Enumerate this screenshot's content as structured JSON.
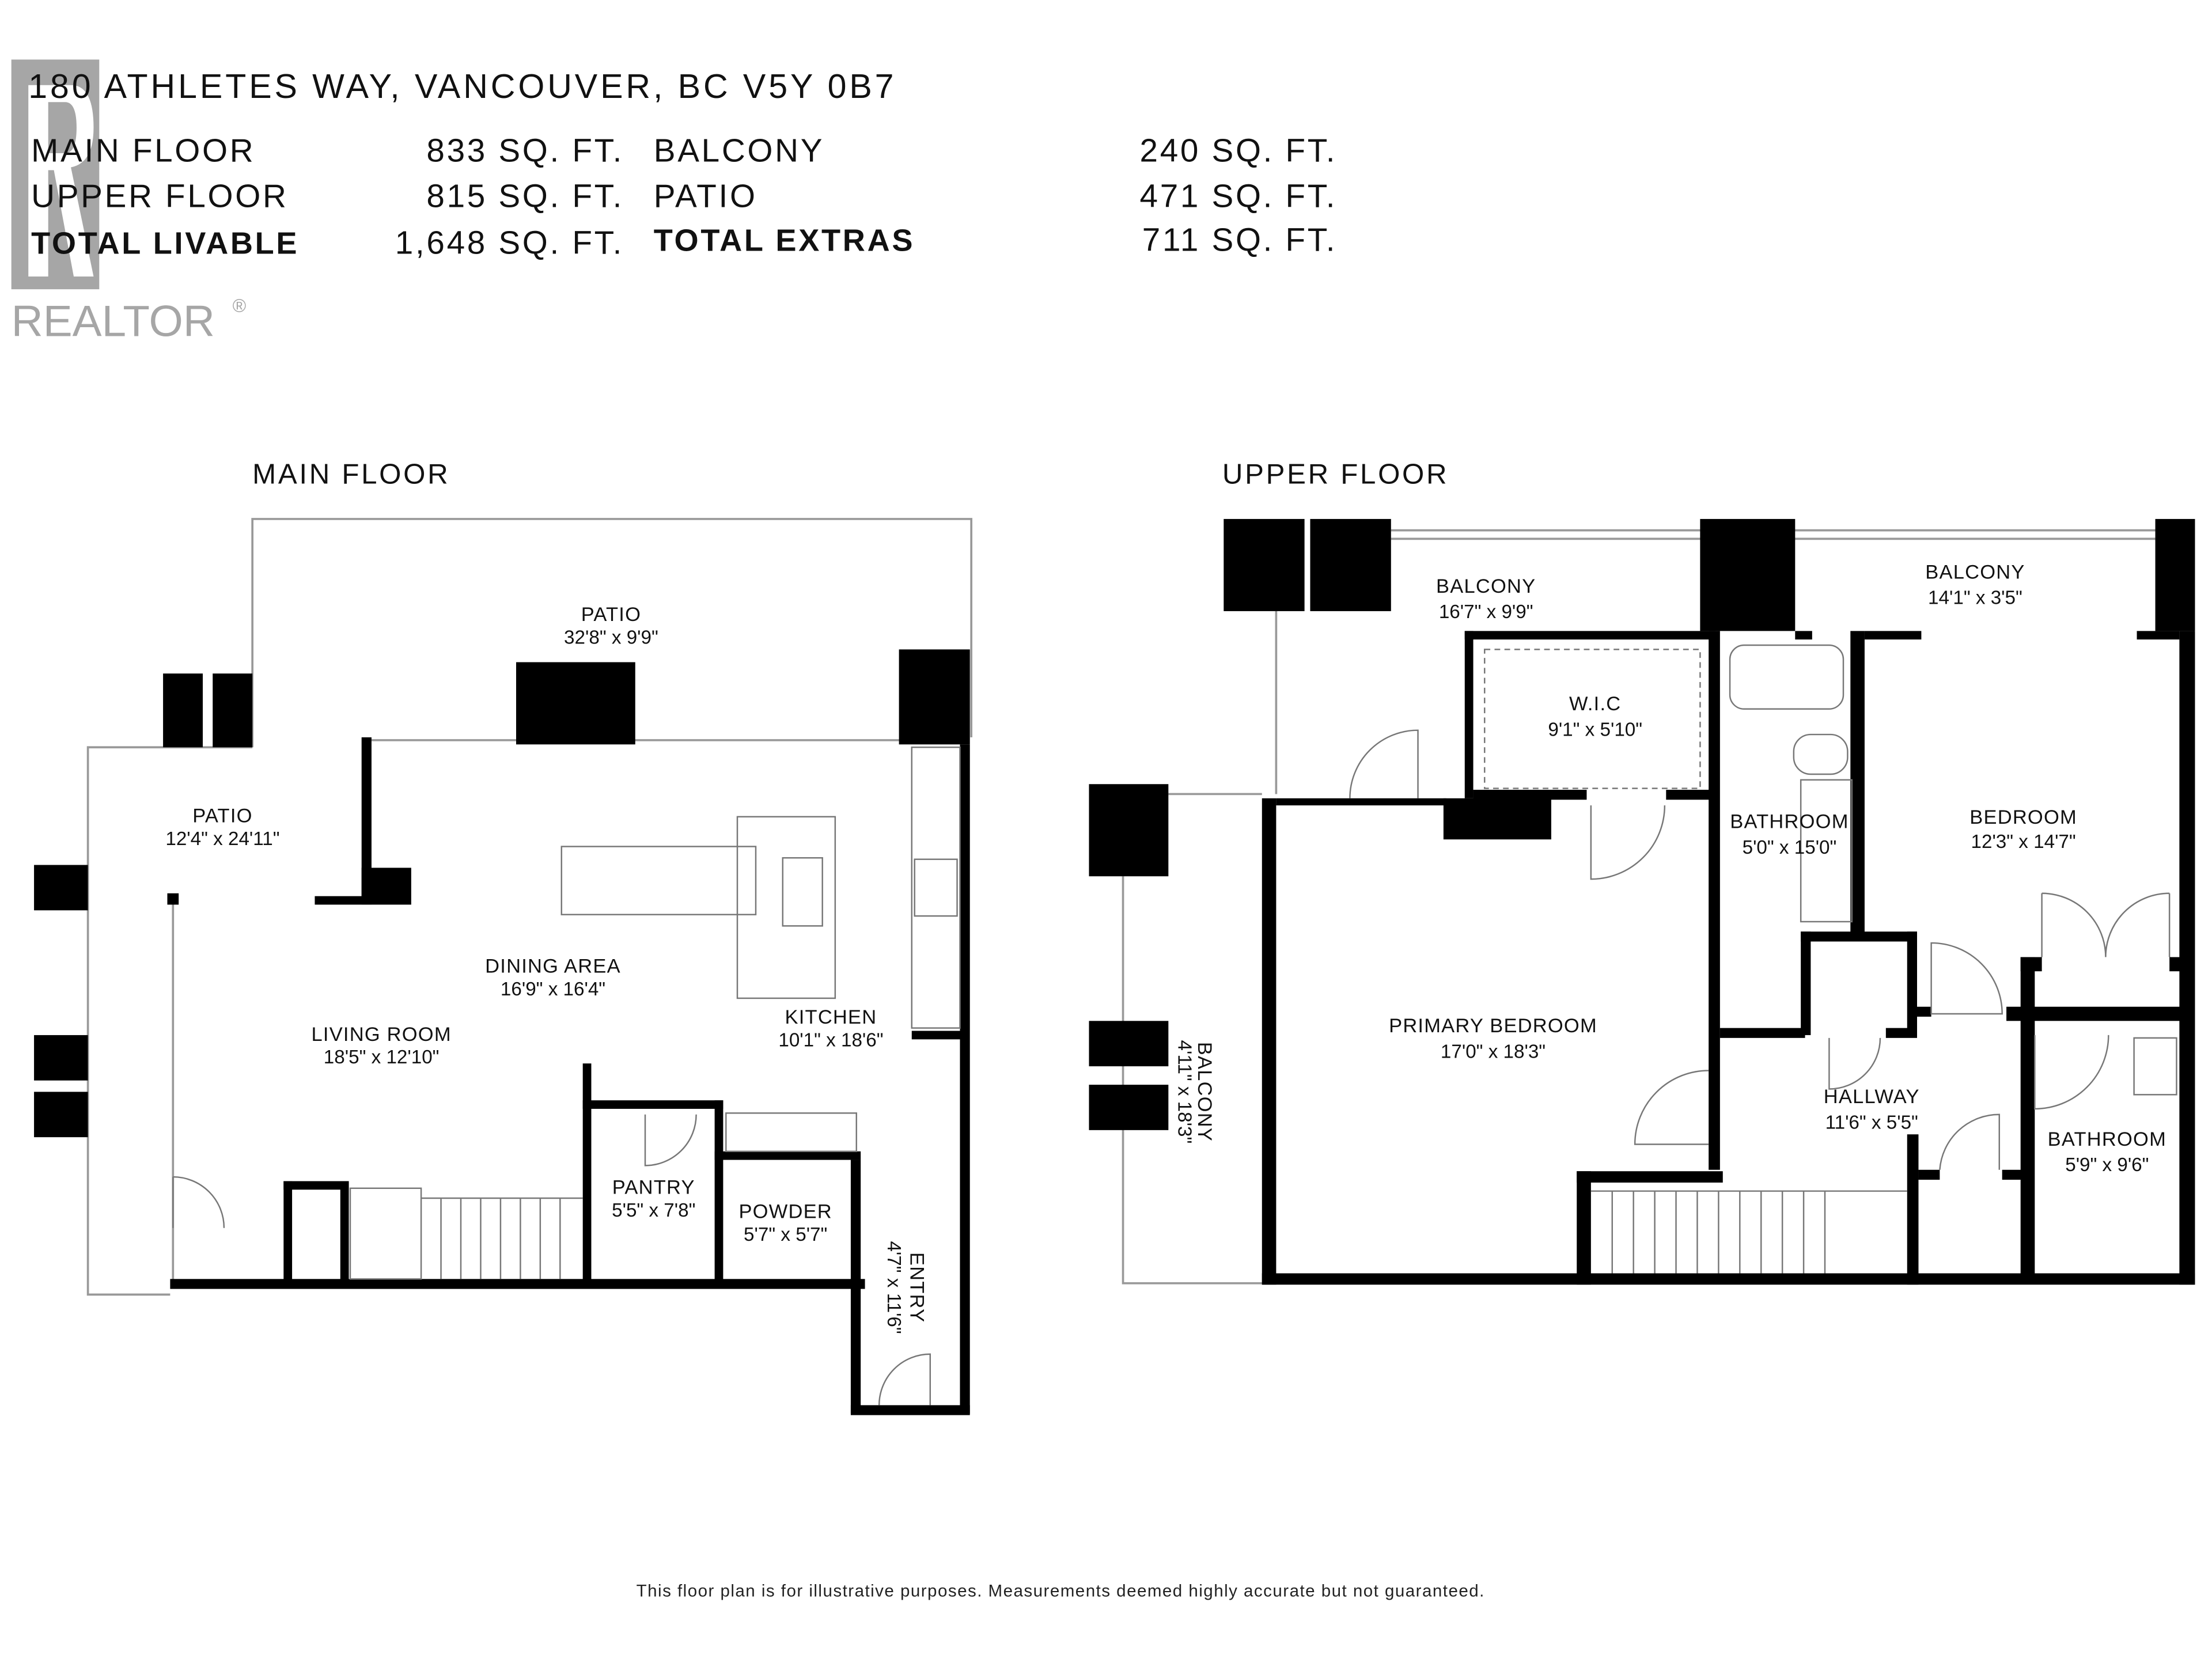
{
  "header": {
    "address": "180 ATHLETES WAY, VANCOUVER, BC V5Y 0B7",
    "rows": [
      {
        "label": "MAIN  FLOOR",
        "value": "833 SQ. FT.",
        "label2": "BALCONY",
        "value2": "240 SQ. FT."
      },
      {
        "label": "UPPER FLOOR",
        "value": "815 SQ. FT.",
        "label2": "PATIO",
        "value2": "471 SQ. FT."
      },
      {
        "label": "TOTAL LIVABLE",
        "value": "1,648 SQ. FT.",
        "label2": "TOTAL EXTRAS",
        "value2": "711 SQ. FT."
      }
    ]
  },
  "watermark": {
    "text": "REALTOR",
    "mark": "®",
    "color": "#a6a6a6"
  },
  "main_floor": {
    "title": "MAIN FLOOR",
    "rooms": [
      {
        "name": "PATIO",
        "dim": "32'8\" x 9'9\""
      },
      {
        "name": "PATIO",
        "dim": "12'4\" x 24'11\""
      },
      {
        "name": "DINING AREA",
        "dim": "16'9\" x 16'4\""
      },
      {
        "name": "LIVING ROOM",
        "dim": "18'5\" x 12'10\""
      },
      {
        "name": "KITCHEN",
        "dim": "10'1\" x 18'6\""
      },
      {
        "name": "PANTRY",
        "dim": "5'5\" x 7'8\""
      },
      {
        "name": "POWDER",
        "dim": "5'7\" x 5'7\""
      },
      {
        "name": "ENTRY",
        "dim": "4'7\" x 11'6\""
      }
    ]
  },
  "upper_floor": {
    "title": "UPPER FLOOR",
    "rooms": [
      {
        "name": "BALCONY",
        "dim": "16'7\" x 9'9\""
      },
      {
        "name": "BALCONY",
        "dim": "14'1\" x 3'5\""
      },
      {
        "name": "W.I.C",
        "dim": "9'1\" x 5'10\""
      },
      {
        "name": "BATHROOM",
        "dim": "5'0\" x 15'0\""
      },
      {
        "name": "BEDROOM",
        "dim": "12'3\" x 14'7\""
      },
      {
        "name": "PRIMARY BEDROOM",
        "dim": "17'0\" x 18'3\""
      },
      {
        "name": "HALLWAY",
        "dim": "11'6\" x 5'5\""
      },
      {
        "name": "BATHROOM",
        "dim": "5'9\" x 9'6\""
      },
      {
        "name": "BALCONY",
        "dim": "4'11\" x 18'3\""
      }
    ]
  },
  "footer": {
    "disclaimer": "This floor plan is for illustrative purposes. Measurements deemed highly accurate but not guaranteed."
  }
}
